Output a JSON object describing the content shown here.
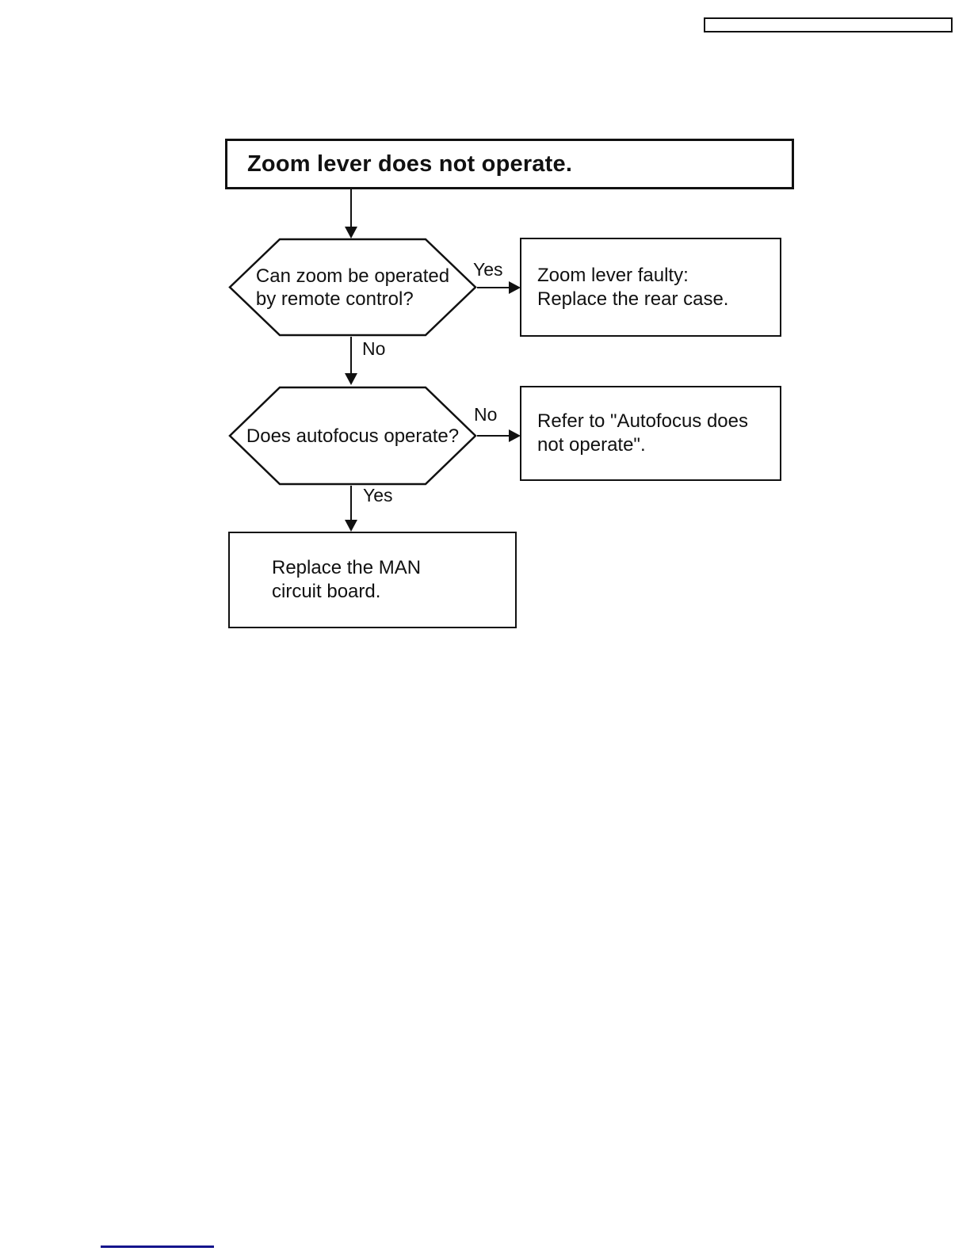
{
  "page": {
    "footer_line_color": "#14148c",
    "line_color": "#111111"
  },
  "flowchart": {
    "title": "Zoom lever does not operate.",
    "nodes": {
      "decision1": {
        "line1": "Can zoom be operated",
        "line2": "by remote control?"
      },
      "result1": {
        "line1": "Zoom lever faulty:",
        "line2": "Replace the rear case."
      },
      "decision2": {
        "line1": "Does autofocus operate?"
      },
      "result2": {
        "line1": "Refer to \"Autofocus does",
        "line2": "not operate\"."
      },
      "result3": {
        "line1": "Replace the MAN",
        "line2": "circuit board."
      }
    },
    "labels": {
      "yes1": "Yes",
      "no1": "No",
      "no2": "No",
      "yes2": "Yes"
    }
  }
}
